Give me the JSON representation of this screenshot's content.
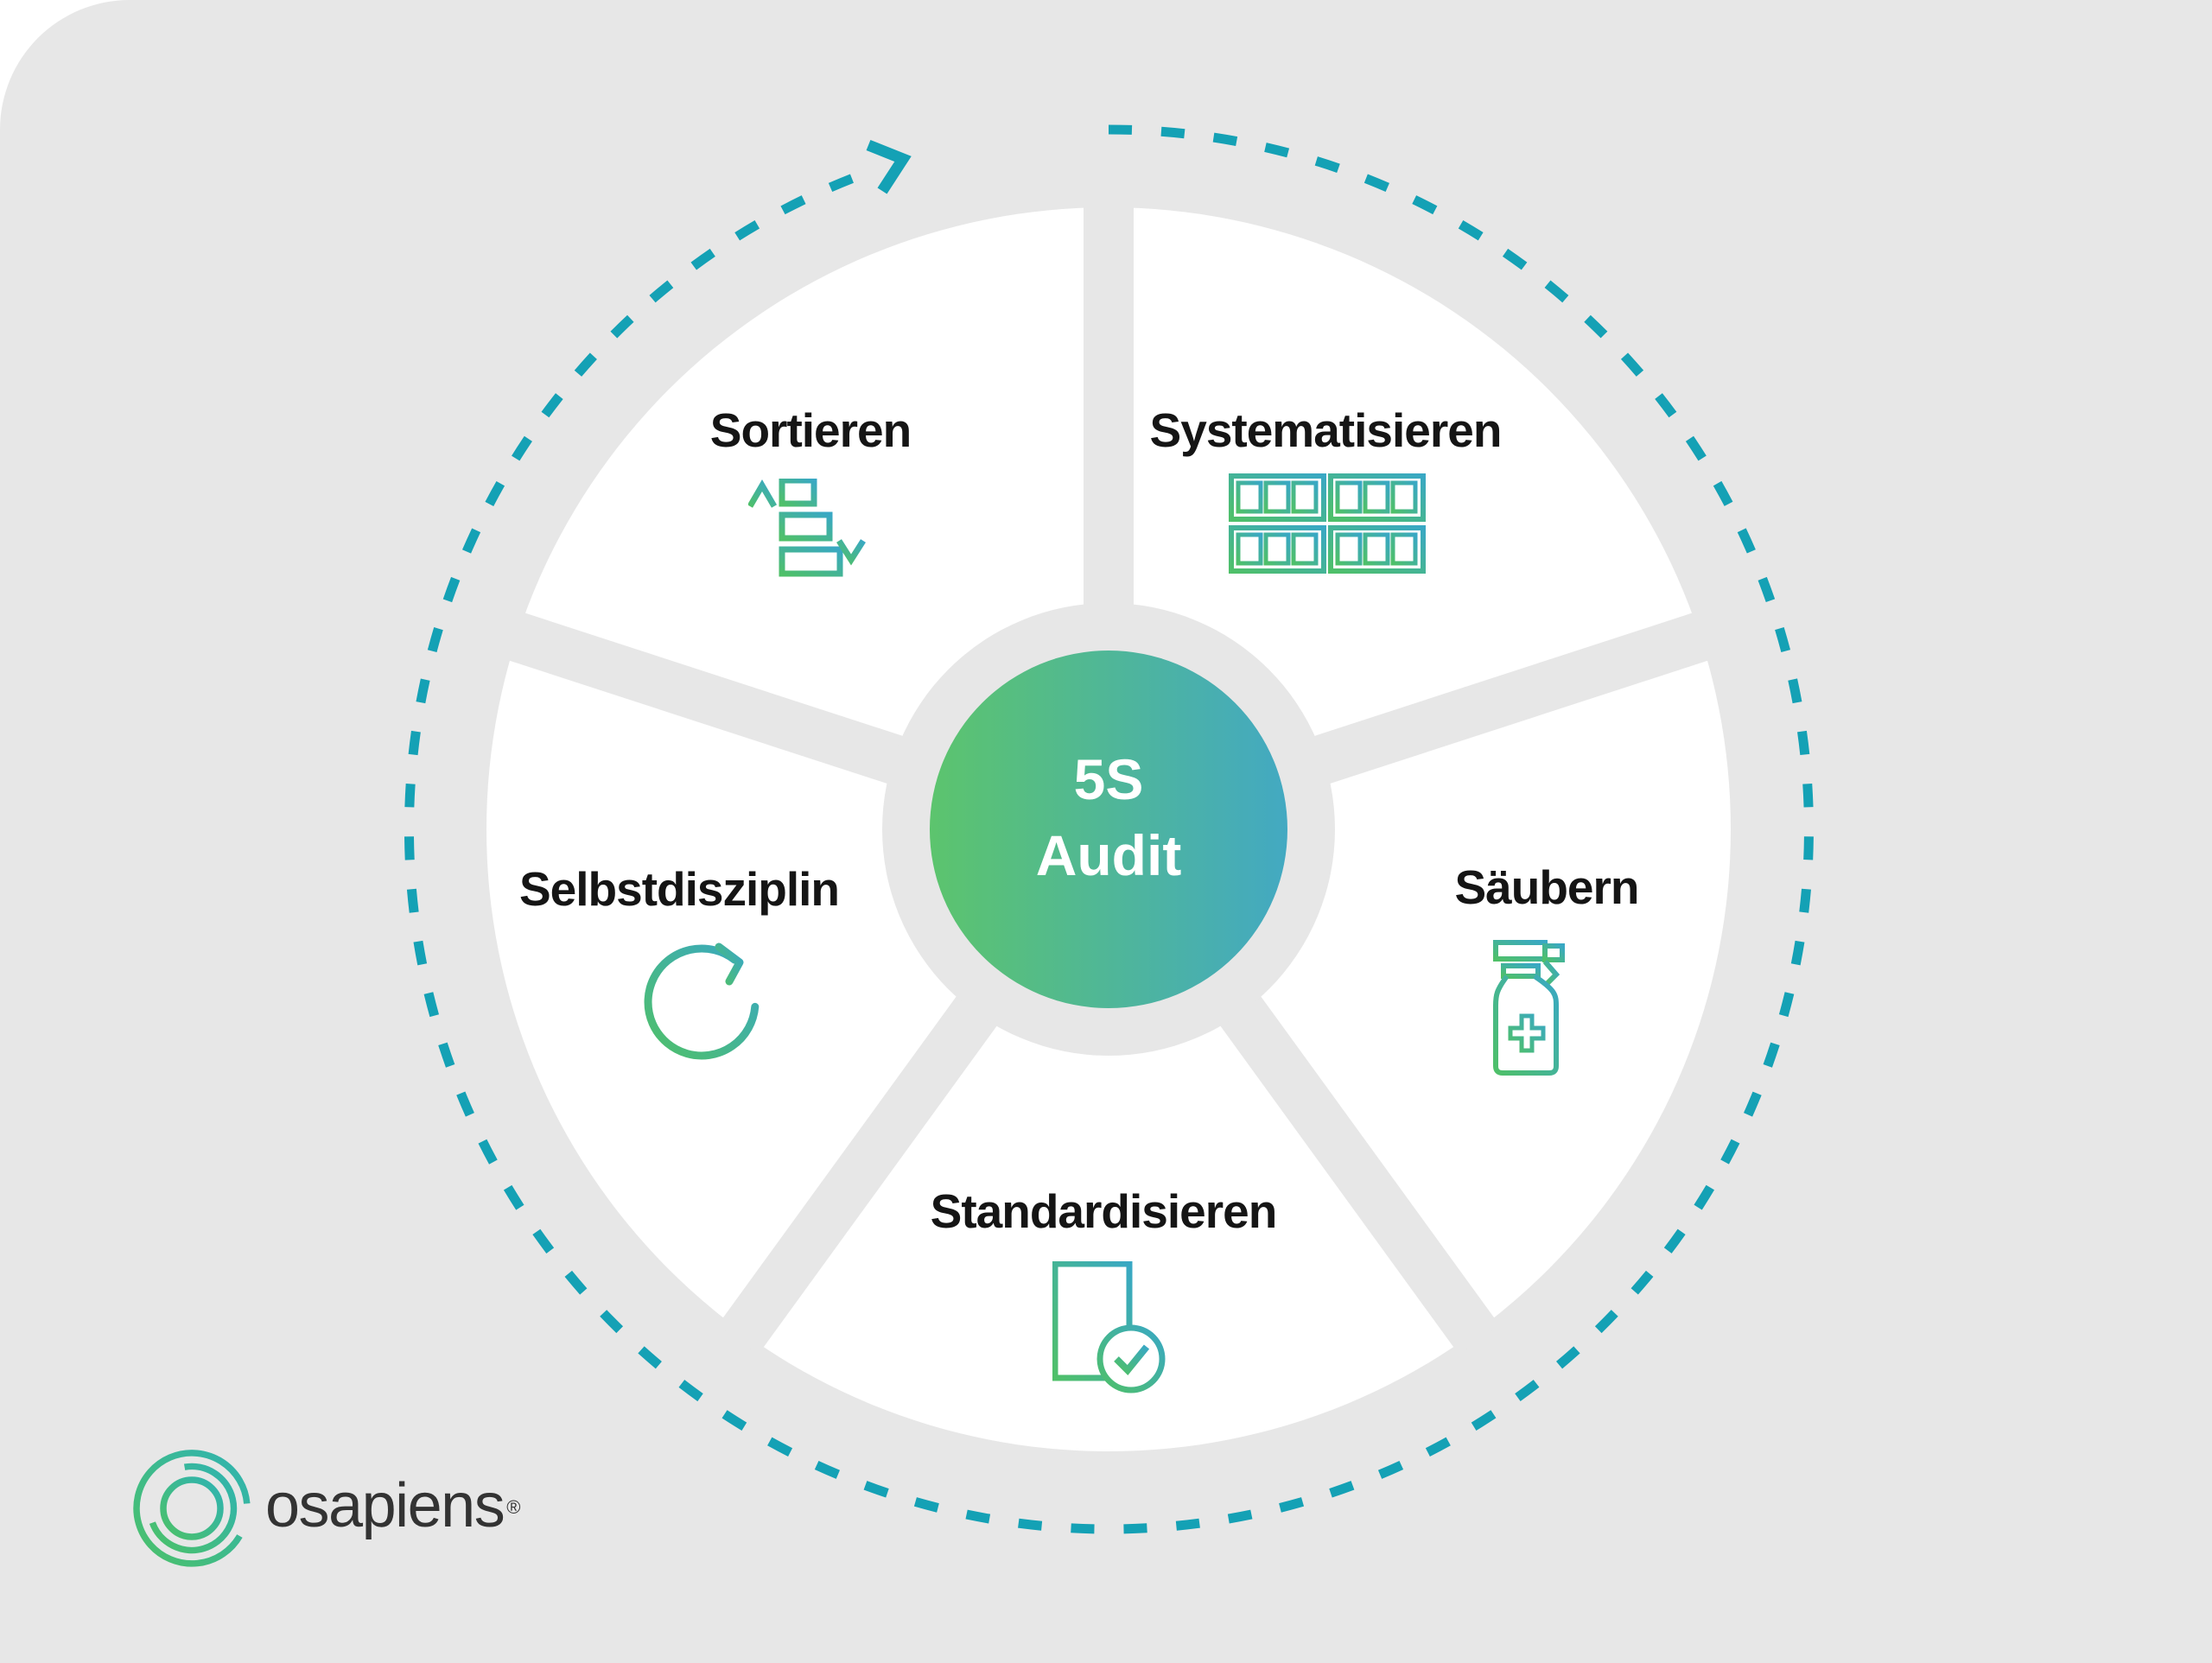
{
  "center": {
    "line1": "5S",
    "line2": "Audit"
  },
  "segments": [
    {
      "label": "Sortieren",
      "icon": "sort-order-icon"
    },
    {
      "label": "Systematisieren",
      "icon": "storage-boxes-icon"
    },
    {
      "label": "Säubern",
      "icon": "spray-bottle-icon"
    },
    {
      "label": "Standardisieren",
      "icon": "document-check-icon"
    },
    {
      "label": "Selbstdisziplin",
      "icon": "refresh-cycle-icon"
    }
  ],
  "brand": {
    "wordmark": "osapiens",
    "registered_mark": "®"
  },
  "colors": {
    "card_background": "#e7e7e7",
    "segment_white": "#ffffff",
    "accent_green": "#57c26a",
    "accent_teal": "#3fa7c2",
    "dashed_circle_teal": "#14a1b5",
    "label_text": "#151515",
    "center_text": "#ffffff",
    "wordmark_text": "#333333"
  }
}
